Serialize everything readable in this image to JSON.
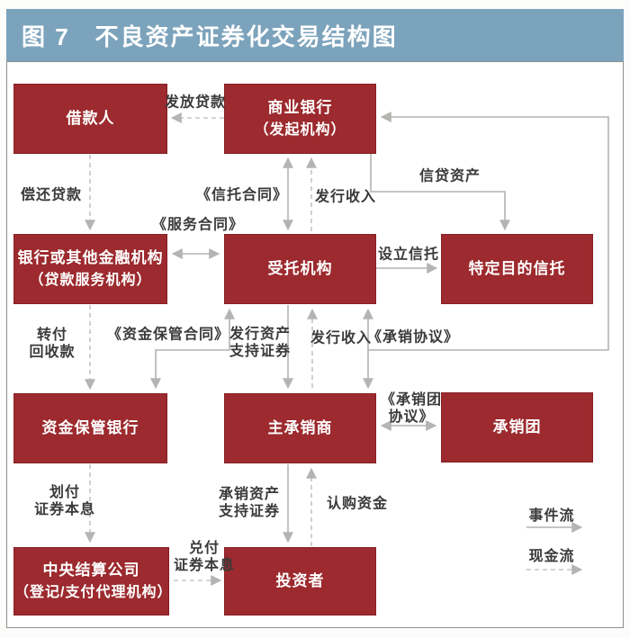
{
  "title": "图 7　不良资产证券化交易结构图",
  "colors": {
    "header_bg": "#7ca3bc",
    "node_bg": "#9c2a2e",
    "node_text": "#ffffff",
    "solid_line": "#b3b2b0",
    "dashed_line": "#c6c5c3",
    "label_text": "#3a3a3a"
  },
  "nodes": {
    "borrower": {
      "label": "借款人"
    },
    "commercial_bank": {
      "label": "商业银行",
      "sub": "（发起机构）"
    },
    "loan_servicer": {
      "label": "银行或其他金融机构",
      "sub": "（贷款服务机构）"
    },
    "trustee": {
      "label": "受托机构"
    },
    "spt": {
      "label": "特定目的信托"
    },
    "custodian_bank": {
      "label": "资金保管银行"
    },
    "lead_underwriter": {
      "label": "主承销商"
    },
    "syndicate": {
      "label": "承销团"
    },
    "central_clearing": {
      "label": "中央结算公司",
      "sub": "（登记/支付代理机构）"
    },
    "investor": {
      "label": "投资者"
    }
  },
  "edges": {
    "grant_loan": {
      "text": "发放贷款",
      "style": "dashed"
    },
    "repay_loan": {
      "text": "偿还贷款",
      "style": "dashed"
    },
    "trust_contract": {
      "text": "《信托合同》",
      "style": "solid"
    },
    "issuance_income_top": {
      "text": "发行收入",
      "style": "dashed"
    },
    "credit_assets": {
      "text": "信贷资产",
      "style": "solid"
    },
    "service_contract": {
      "text": "《服务合同》",
      "style": "solid"
    },
    "establish_trust": {
      "text": "设立信托",
      "style": "solid"
    },
    "transfer_recovered": {
      "text": "转付\n回收款",
      "style": "dashed"
    },
    "custody_contract": {
      "text": "《资金保管合同》",
      "style": "solid"
    },
    "issue_abs": {
      "text": "发行资产\n支持证券",
      "style": "solid"
    },
    "issuance_income_mid": {
      "text": "发行收入",
      "style": "dashed"
    },
    "underwriting_agreement": {
      "text": "《承销协议》",
      "style": "solid"
    },
    "syndicate_agreement": {
      "text": "《承销团\n协议》",
      "style": "solid"
    },
    "transfer_principal": {
      "text": "划付\n证券本息",
      "style": "dashed"
    },
    "underwrite_abs": {
      "text": "承销资产\n支持证券",
      "style": "solid"
    },
    "subscription_funds": {
      "text": "认购资金",
      "style": "dashed"
    },
    "redeem_principal": {
      "text": "兑付\n证券本息",
      "style": "dashed"
    }
  },
  "legend": {
    "event_flow": "事件流",
    "cash_flow": "现金流"
  }
}
